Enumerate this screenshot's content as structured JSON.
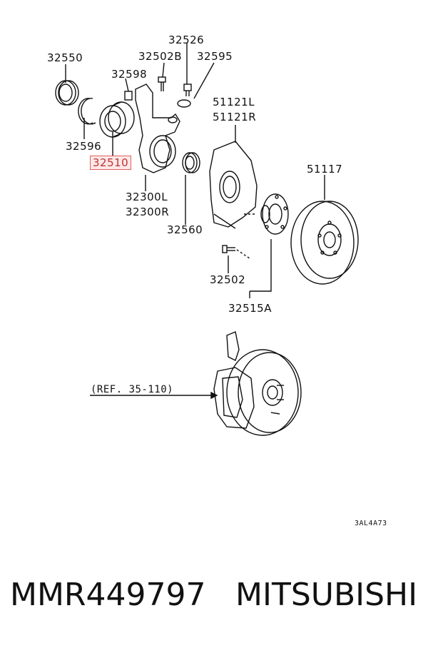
{
  "labels": {
    "p32550": "32550",
    "p32526": "32526",
    "p32502B": "32502B",
    "p32595": "32595",
    "p32598": "32598",
    "p51121L": "51121L",
    "p51121R": "51121R",
    "p32596": "32596",
    "p32510": "32510",
    "p51117": "51117",
    "p32300L": "32300L",
    "p32300R": "32300R",
    "p32560": "32560",
    "p32502": "32502",
    "p32515A": "32515A"
  },
  "reference": "(REF. 35-110)",
  "diagram_code": "3AL4A73",
  "footer": {
    "part_number": "MMR449797",
    "brand": "MITSUBISHI"
  },
  "highlight_color": "#e06060"
}
